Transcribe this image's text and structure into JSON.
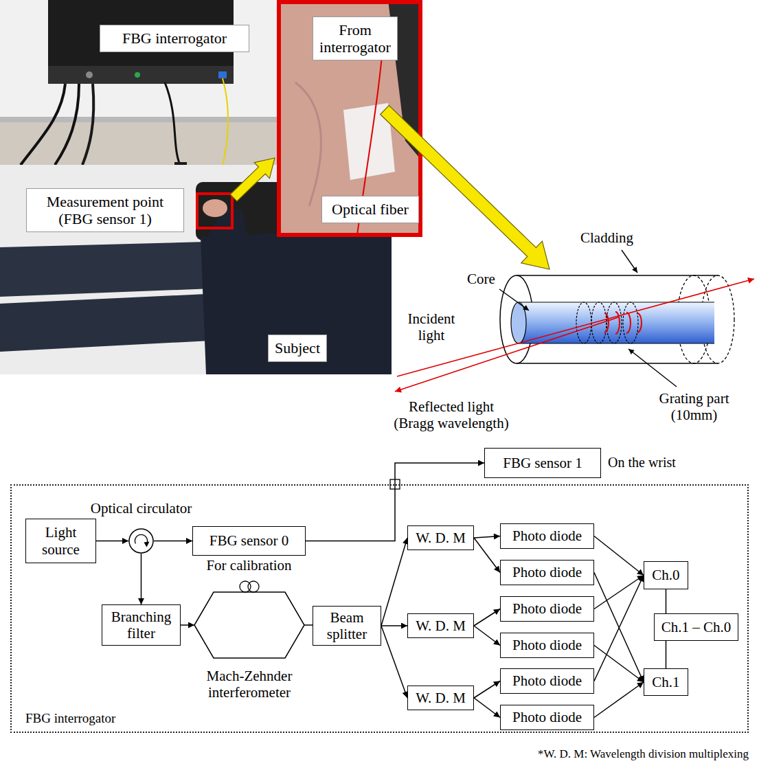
{
  "diagram": {
    "nodes": [
      {
        "text": [
          "FBG interrogator"
        ]
      },
      {
        "text": [
          "From interrogator"
        ]
      },
      {
        "text": [
          "Measurement point (FBG sensor 1)"
        ]
      },
      {
        "text": [
          "Optical fiber"
        ]
      },
      {
        "text": [
          "Subject"
        ]
      },
      {
        "text": [
          "FBG sensor 1"
        ]
      },
      {
        "text": [
          "FBG interrogator"
        ]
      },
      {
        "text": [
          "Light source"
        ],
        "in": 6
      },
      {
        "text": [
          "Optical circulator"
        ],
        "in": 6
      },
      {
        "text": [
          "FBG sensor 0",
          "For calibration"
        ],
        "in": 6
      },
      {
        "text": [
          "Branching filter"
        ],
        "in": 6
      },
      {
        "text": [
          "Mach-Zehnder interferometer"
        ],
        "in": 6
      },
      {
        "text": [
          "Beam splitter"
        ],
        "in": 6
      },
      {
        "text": [
          "W. D. M"
        ],
        "in": 6
      },
      {
        "text": [
          "W. D. M"
        ],
        "in": 6
      },
      {
        "text": [
          "W. D. M"
        ],
        "in": 6
      },
      {
        "text": [
          "Photo diode"
        ],
        "in": 6
      },
      {
        "text": [
          "Photo diode"
        ],
        "in": 6
      },
      {
        "text": [
          "Photo diode"
        ],
        "in": 6
      },
      {
        "text": [
          "Photo diode"
        ],
        "in": 6
      },
      {
        "text": [
          "Photo diode"
        ],
        "in": 6
      },
      {
        "text": [
          "Photo diode"
        ],
        "in": 6
      },
      {
        "text": [
          "Ch.0"
        ],
        "in": 6
      },
      {
        "text": [
          "Ch.1 – Ch.0"
        ],
        "in": 6
      },
      {
        "text": [
          "Ch.1"
        ],
        "in": 6
      }
    ],
    "edges": [
      {
        "from": 7,
        "to": 8,
        "arrow": "to"
      },
      {
        "from": 8,
        "to": 9,
        "arrow": "to"
      },
      {
        "from": 8,
        "to": 10,
        "arrow": "to"
      },
      {
        "from": 9,
        "to": 5,
        "arrow": "to"
      },
      {
        "from": 10,
        "to": 11,
        "arrow": "to"
      },
      {
        "from": 11,
        "to": 12,
        "arrow": "none"
      },
      {
        "from": 12,
        "to": 13,
        "arrow": "to"
      },
      {
        "from": 12,
        "to": 14,
        "arrow": "to"
      },
      {
        "from": 12,
        "to": 15,
        "arrow": "to"
      },
      {
        "from": 13,
        "to": 16,
        "arrow": "to"
      },
      {
        "from": 13,
        "to": 17,
        "arrow": "to"
      },
      {
        "from": 14,
        "to": 18,
        "arrow": "to"
      },
      {
        "from": 14,
        "to": 19,
        "arrow": "to"
      },
      {
        "from": 15,
        "to": 20,
        "arrow": "to"
      },
      {
        "from": 15,
        "to": 21,
        "arrow": "to"
      },
      {
        "from": 16,
        "to": 22,
        "arrow": "to"
      },
      {
        "from": 17,
        "to": 24,
        "arrow": "to"
      },
      {
        "from": 18,
        "to": 22,
        "arrow": "to"
      },
      {
        "from": 19,
        "to": 24,
        "arrow": "to"
      },
      {
        "from": 20,
        "to": 22,
        "arrow": "to"
      },
      {
        "from": 21,
        "to": 24,
        "arrow": "to"
      },
      {
        "from": 22,
        "to": 23,
        "arrow": "none"
      },
      {
        "from": 23,
        "to": 24,
        "arrow": "none"
      }
    ],
    "labels": [
      "Cladding",
      "Core",
      "Incident light",
      "Reflected light (Bragg wavelength)",
      "Grating part (10mm)",
      "On the wrist",
      "*W. D. M: Wavelength division multiplexing"
    ]
  }
}
